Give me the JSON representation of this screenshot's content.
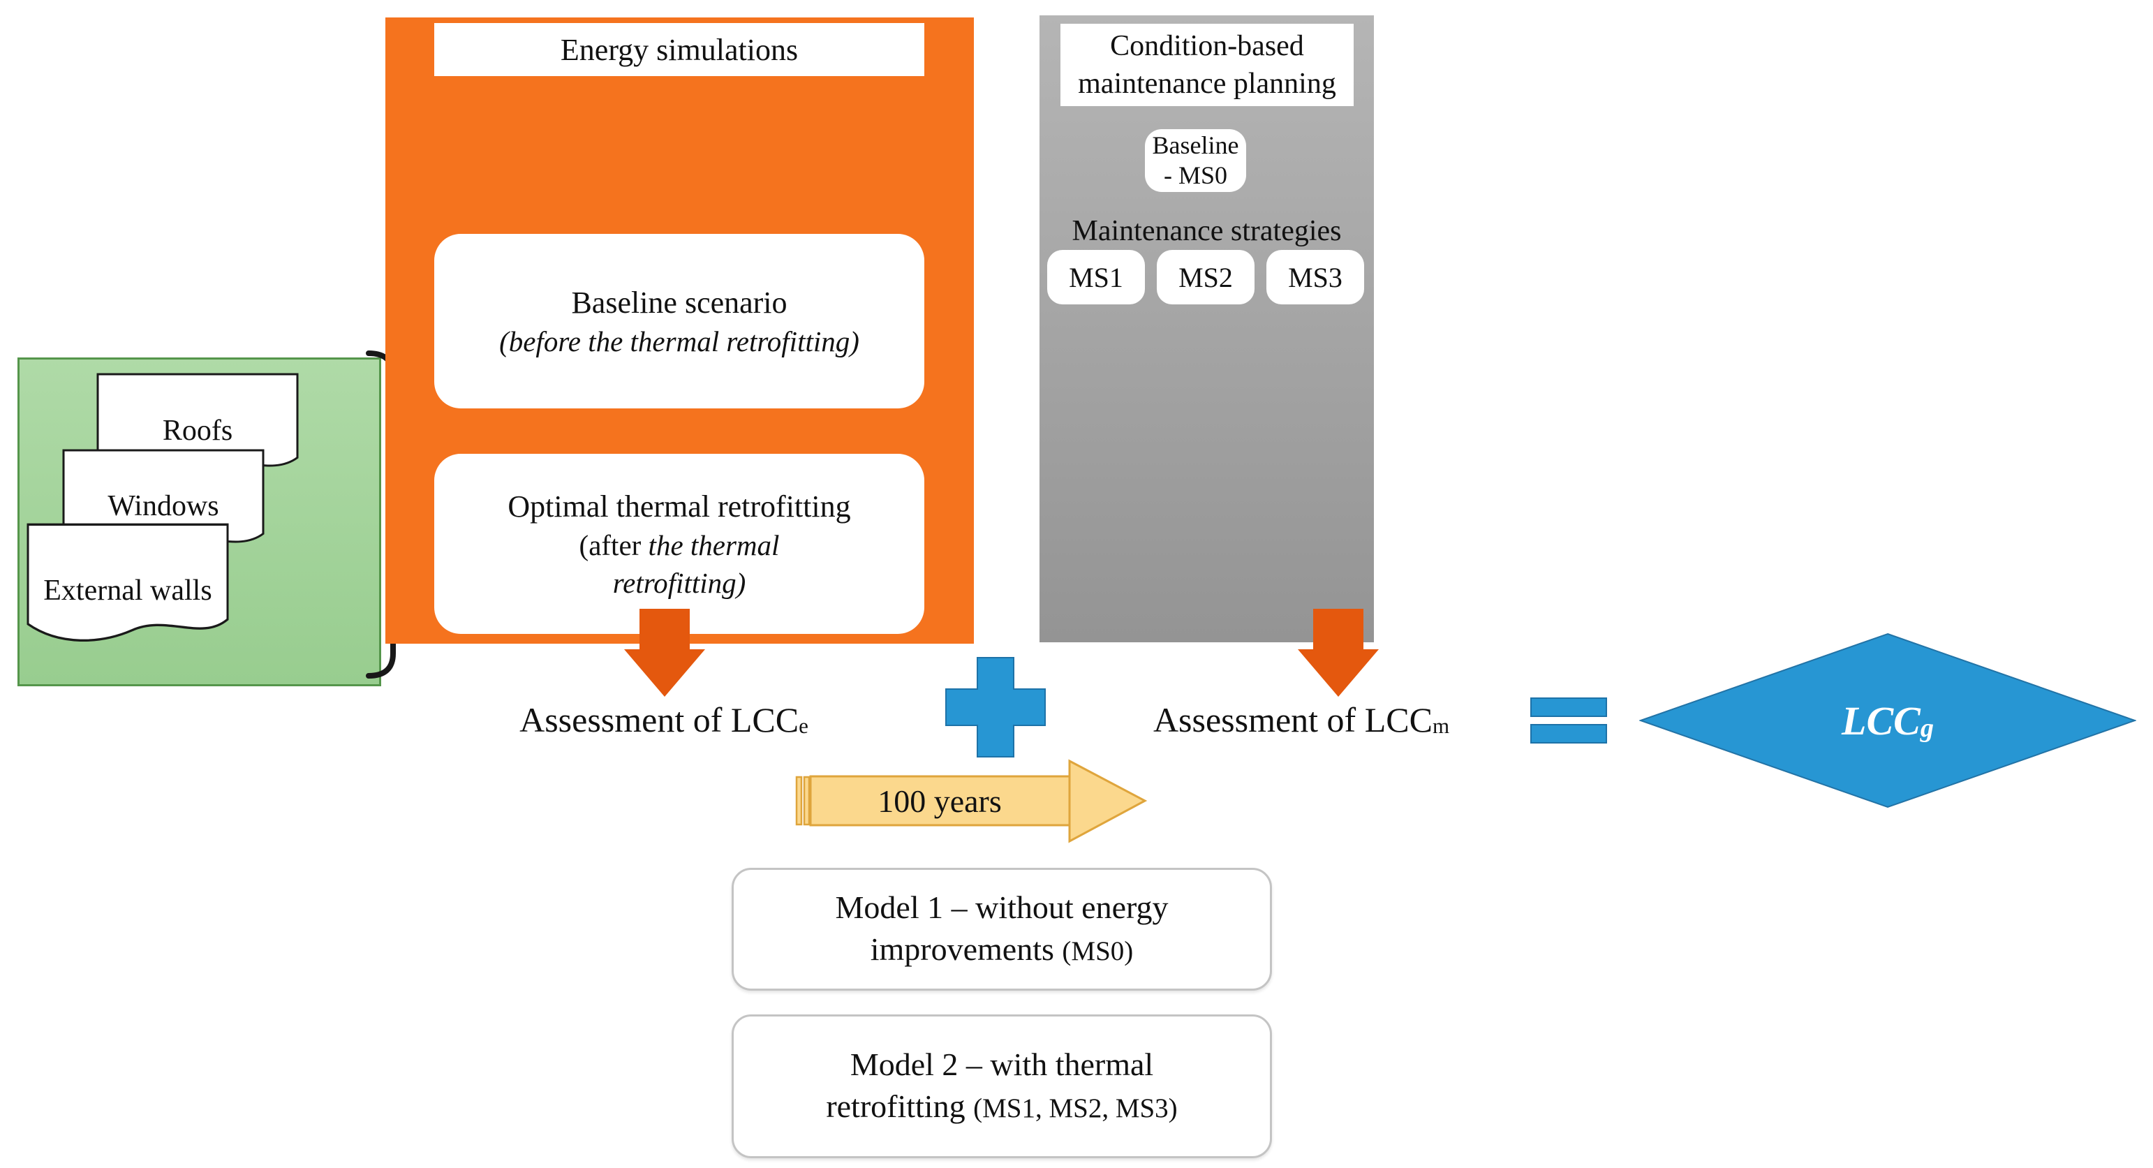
{
  "inputs_panel": {
    "items": [
      "Roofs",
      "Windows",
      "External walls"
    ]
  },
  "energy_panel": {
    "title": "Energy simulations",
    "baseline_line1": "Baseline scenario",
    "baseline_line2": "(before the thermal retrofitting)",
    "optimal_line1": "Optimal thermal retrofitting",
    "optimal_line2_roman": "(after ",
    "optimal_line2_italic": "the thermal",
    "optimal_line3_italic": "retrofitting)"
  },
  "maintenance_panel": {
    "title_line1": "Condition-based",
    "title_line2": "maintenance planning",
    "baseline_line1": "Baseline",
    "baseline_line2": "- MS0",
    "strategies_label": "Maintenance strategies",
    "strategies": [
      "MS1",
      "MS2",
      "MS3"
    ]
  },
  "assessment": {
    "left_text": "Assessment of LCC",
    "left_sub": "e",
    "right_text": "Assessment of LCC",
    "right_sub": "m",
    "result_text": "LCC",
    "result_sub": "g"
  },
  "timeline": {
    "label": "100 years"
  },
  "models": [
    {
      "line1": "Model 1 – without energy",
      "line2_roman": "improvements ",
      "line2_small": "(MS0)"
    },
    {
      "line1": "Model 2 – with thermal",
      "line2_roman": "retrofitting ",
      "line2_small": "(MS1, MS2, MS3)"
    }
  ],
  "colors": {
    "energy_box_orange": "#F5731E",
    "maintenance_gray_top": "#B5B5B5",
    "maintenance_gray_bottom": "#949494",
    "inputs_green": "#A5D69C",
    "inputs_green_border": "#55964B",
    "arrow_orange": "#E4580E",
    "accent_blue": "#2796D3",
    "timeline_yellow_fill": "#FBD88D",
    "timeline_yellow_border": "#DFA53C",
    "model_box_border": "#C4C4C4",
    "text": "#111111"
  }
}
